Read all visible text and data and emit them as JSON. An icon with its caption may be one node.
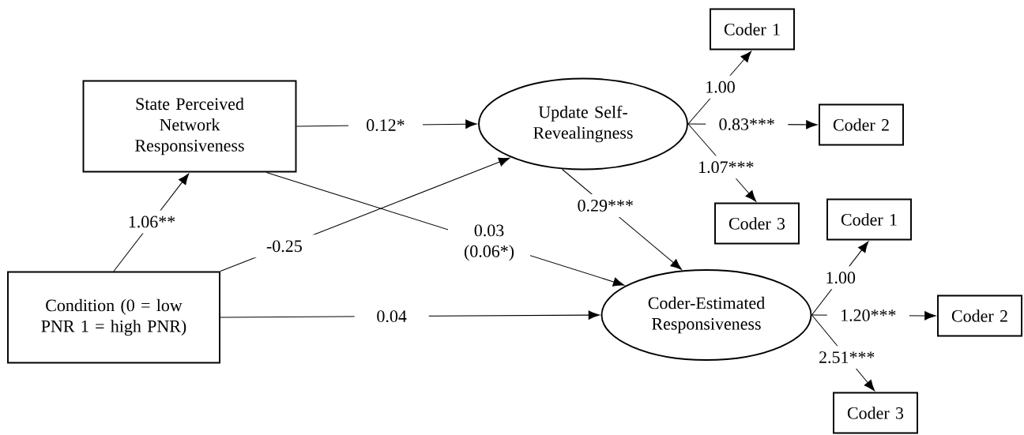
{
  "diagram": {
    "nodes": [
      {
        "text": [
          "State Perceived Network Responsiveness"
        ]
      },
      {
        "text": [
          "Condition (0 = low PNR 1 = high PNR)"
        ]
      },
      {
        "text": [
          "Update Self-Revealingness"
        ]
      },
      {
        "text": [
          "Coder-Estimated Responsiveness"
        ]
      },
      {
        "text": [
          "Coder 1"
        ]
      },
      {
        "text": [
          "Coder 2"
        ]
      },
      {
        "text": [
          "Coder 3"
        ]
      },
      {
        "text": [
          "Coder 1"
        ]
      },
      {
        "text": [
          "Coder 2"
        ]
      },
      {
        "text": [
          "Coder 3"
        ]
      }
    ],
    "edges": [
      {
        "from": 1,
        "to": 0,
        "arrow": "to",
        "label": "1.06**"
      },
      {
        "from": 0,
        "to": 2,
        "arrow": "to",
        "label": "0.12*"
      },
      {
        "from": 0,
        "to": 3,
        "arrow": "to",
        "label": "0.03 (0.06*)"
      },
      {
        "from": 1,
        "to": 2,
        "arrow": "to",
        "label": "-0.25"
      },
      {
        "from": 1,
        "to": 3,
        "arrow": "to",
        "label": "0.04"
      },
      {
        "from": 2,
        "to": 3,
        "arrow": "to",
        "label": "0.29***"
      },
      {
        "from": 2,
        "to": 4,
        "arrow": "to",
        "label": "1.00"
      },
      {
        "from": 2,
        "to": 5,
        "arrow": "to",
        "label": "0.83***"
      },
      {
        "from": 2,
        "to": 6,
        "arrow": "to",
        "label": "1.07***"
      },
      {
        "from": 3,
        "to": 7,
        "arrow": "to",
        "label": "1.00"
      },
      {
        "from": 3,
        "to": 8,
        "arrow": "to",
        "label": "1.20***"
      },
      {
        "from": 3,
        "to": 9,
        "arrow": "to",
        "label": "2.51***"
      }
    ]
  }
}
